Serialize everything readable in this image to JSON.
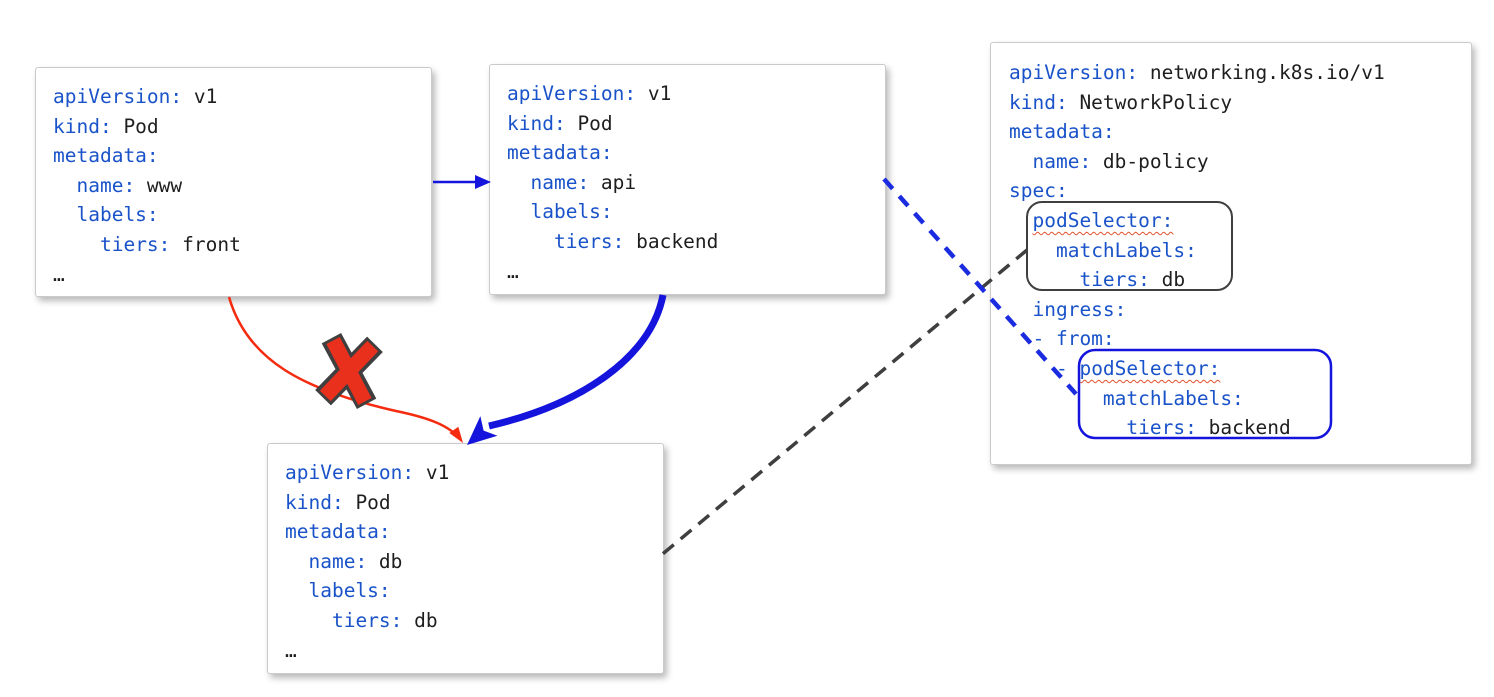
{
  "colors": {
    "key": "#1a53c9",
    "value": "#1e1e1e",
    "arrow_blue": "#1414dd",
    "arrow_red": "#f52b10",
    "x_fill": "#e8301d",
    "x_outline": "#3f3f3f",
    "dash_gray": "#3f3f3f",
    "dash_blue": "#1b2ce0",
    "squiggle": "#e0532e",
    "card_border": "#cacaca"
  },
  "boxes": {
    "pod_www": {
      "lines": [
        {
          "ind": "",
          "key": "apiVersion:",
          "val": " v1"
        },
        {
          "ind": "",
          "key": "kind:",
          "val": " Pod"
        },
        {
          "ind": "",
          "key": "metadata:",
          "val": ""
        },
        {
          "ind": "  ",
          "key": "name:",
          "val": " www"
        },
        {
          "ind": "  ",
          "key": "labels:",
          "val": ""
        },
        {
          "ind": "    ",
          "key": "tiers:",
          "val": " front"
        },
        {
          "ind": "",
          "key": "",
          "val": "…"
        }
      ]
    },
    "pod_api": {
      "lines": [
        {
          "ind": "",
          "key": "apiVersion:",
          "val": " v1"
        },
        {
          "ind": "",
          "key": "kind:",
          "val": " Pod"
        },
        {
          "ind": "",
          "key": "metadata:",
          "val": ""
        },
        {
          "ind": "  ",
          "key": "name:",
          "val": " api"
        },
        {
          "ind": "  ",
          "key": "labels:",
          "val": ""
        },
        {
          "ind": "    ",
          "key": "tiers:",
          "val": " backend"
        },
        {
          "ind": "",
          "key": "",
          "val": "…"
        }
      ]
    },
    "pod_db": {
      "lines": [
        {
          "ind": "",
          "key": "apiVersion:",
          "val": " v1"
        },
        {
          "ind": "",
          "key": "kind:",
          "val": " Pod"
        },
        {
          "ind": "",
          "key": "metadata:",
          "val": ""
        },
        {
          "ind": "  ",
          "key": "name:",
          "val": " db"
        },
        {
          "ind": "  ",
          "key": "labels:",
          "val": ""
        },
        {
          "ind": "    ",
          "key": "tiers:",
          "val": " db"
        },
        {
          "ind": "",
          "key": "",
          "val": "…"
        }
      ]
    },
    "network_policy": {
      "lines": [
        {
          "ind": "",
          "key": "apiVersion:",
          "val": " networking.k8s.io/v1"
        },
        {
          "ind": "",
          "key": "kind:",
          "val": " NetworkPolicy"
        },
        {
          "ind": "",
          "key": "metadata:",
          "val": ""
        },
        {
          "ind": "  ",
          "key": "name:",
          "val": " db-policy"
        },
        {
          "ind": "",
          "key": "spec:",
          "val": ""
        },
        {
          "ind": "  ",
          "key": "podSelector:",
          "val": "",
          "squiggle": true
        },
        {
          "ind": "    ",
          "key": "matchLabels:",
          "val": ""
        },
        {
          "ind": "      ",
          "key": "tiers:",
          "val": " db"
        },
        {
          "ind": "  ",
          "key": "ingress:",
          "val": ""
        },
        {
          "ind": "  ",
          "key": "- from:",
          "val": ""
        },
        {
          "ind": "    - ",
          "key": "podSelector:",
          "val": "",
          "squiggle": true
        },
        {
          "ind": "        ",
          "key": "matchLabels:",
          "val": ""
        },
        {
          "ind": "          ",
          "key": "tiers:",
          "val": " backend"
        }
      ]
    }
  }
}
